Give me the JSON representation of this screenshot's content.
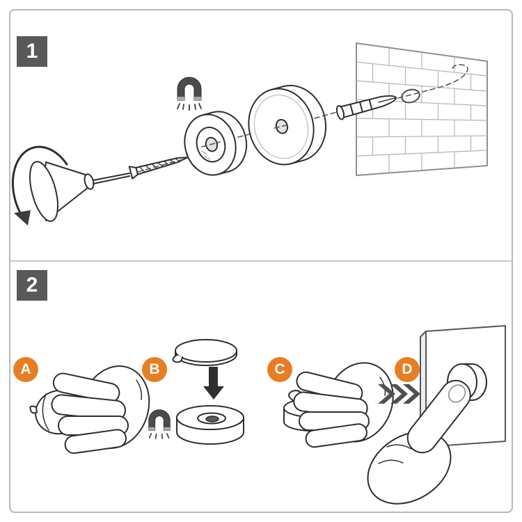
{
  "document": {
    "background": "#ffffff",
    "frame_color": "#b9b9b9",
    "divider_color": "#c9c9c9"
  },
  "palette": {
    "accent_orange": "#E87E23",
    "step_badge_gray": "#58595B",
    "badge_text_color": "#ffffff",
    "line_art_color": "#2e2e2e",
    "brick_line_color": "#b3b3b3"
  },
  "step1": {
    "number": "1",
    "parts": [
      "screwdriver",
      "rotation-arrow-icon",
      "screw",
      "magnet-ring-front",
      "magnet-ring-back",
      "horseshoe-magnet-icon",
      "wall-anchor",
      "brick-wall",
      "assembly-axis-dashed-line",
      "wall-hole"
    ]
  },
  "step2": {
    "number": "2",
    "substeps": [
      {
        "label": "A",
        "parts": [
          "hand",
          "adhesive-magnet-disc",
          "liner-tab"
        ]
      },
      {
        "label": "B",
        "parts": [
          "adhesive-liner-disc",
          "down-arrow-icon",
          "horseshoe-magnet-icon",
          "ring-magnet"
        ]
      },
      {
        "label": "C",
        "parts": [
          "hand",
          "ring-magnet-with-liner"
        ]
      },
      {
        "label": "D",
        "parts": [
          "thumb-press",
          "wall-panel",
          "mounted-magnet",
          "press-arrows-icon"
        ]
      }
    ]
  }
}
